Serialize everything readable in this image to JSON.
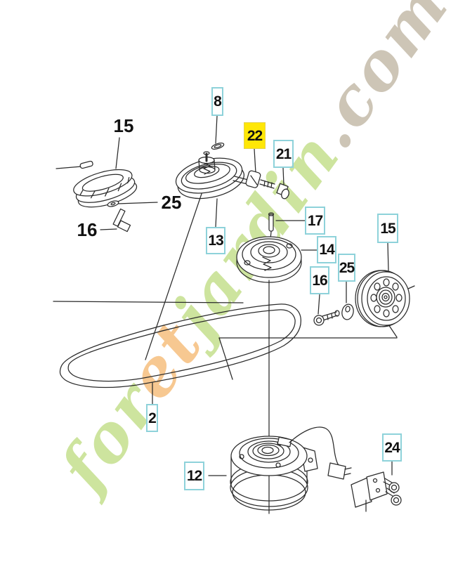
{
  "diagram": {
    "type": "exploded-parts-diagram",
    "highlighted_part": "22",
    "labels": {
      "left_15": "15",
      "left_25": "25",
      "left_16": "16",
      "ref_8": "8",
      "ref_22": "22",
      "ref_21": "21",
      "ref_13": "13",
      "ref_17": "17",
      "ref_14": "14",
      "ref_16": "16",
      "ref_25": "25",
      "ref_15": "15",
      "ref_2": "2",
      "ref_12": "12",
      "ref_24": "24"
    }
  },
  "watermark": {
    "segments": [
      {
        "text": "for",
        "color": "#cde49e"
      },
      {
        "text": "et",
        "color": "#f7c891"
      },
      {
        "text": "jardin",
        "color": "#cde49e"
      },
      {
        "text": ".com",
        "color": "#cdc5b6"
      }
    ]
  },
  "colors": {
    "background": "#ffffff",
    "line_art": "#2b2b2b",
    "label_text": "#111111",
    "ref_box_border": "#8ed2da",
    "highlight_bg": "#ffe707",
    "highlight_border": "#e5d24b"
  }
}
